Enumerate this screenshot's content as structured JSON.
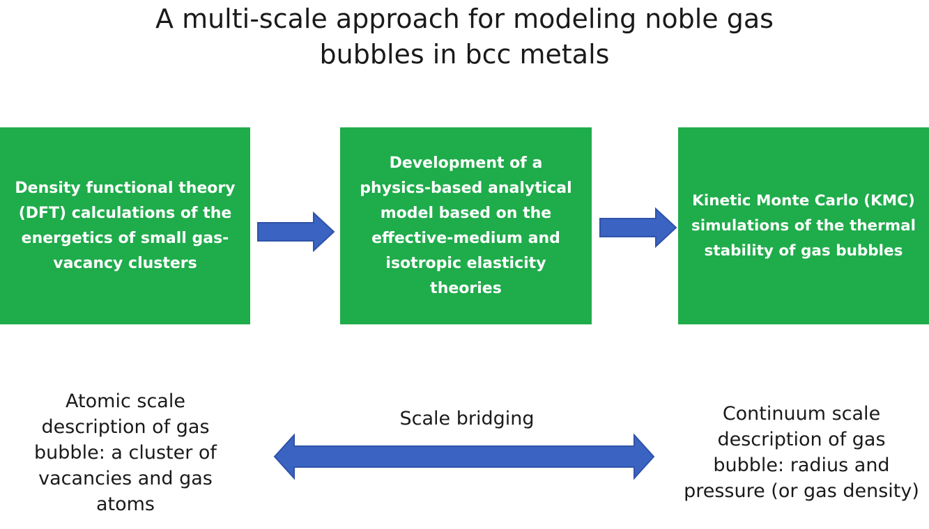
{
  "title": "A multi-scale approach for modeling noble gas\nbubbles in bcc metals",
  "boxes": [
    {
      "text": "Density functional theory\n(DFT) calculations of the\nenergetics of small gas-\nvacancy clusters"
    },
    {
      "text": "Development of a\nphysics-based analytical\nmodel based on the\neffective-medium and\nisotropic elasticity\ntheories"
    },
    {
      "text": "Kinetic Monte Carlo (KMC)\nsimulations of the thermal\nstability of gas bubbles"
    }
  ],
  "bridge_label": "Scale bridging",
  "left_description": "Atomic scale\ndescription of gas\nbubble: a cluster of\nvacancies and gas\natoms",
  "right_description": "Continuum scale\ndescription of gas\nbubble: radius and\npressure (or gas density)",
  "colors": {
    "box_fill": "#1fac4b",
    "arrow_fill": "#3a63c2",
    "arrow_stroke": "#2f53a8"
  }
}
